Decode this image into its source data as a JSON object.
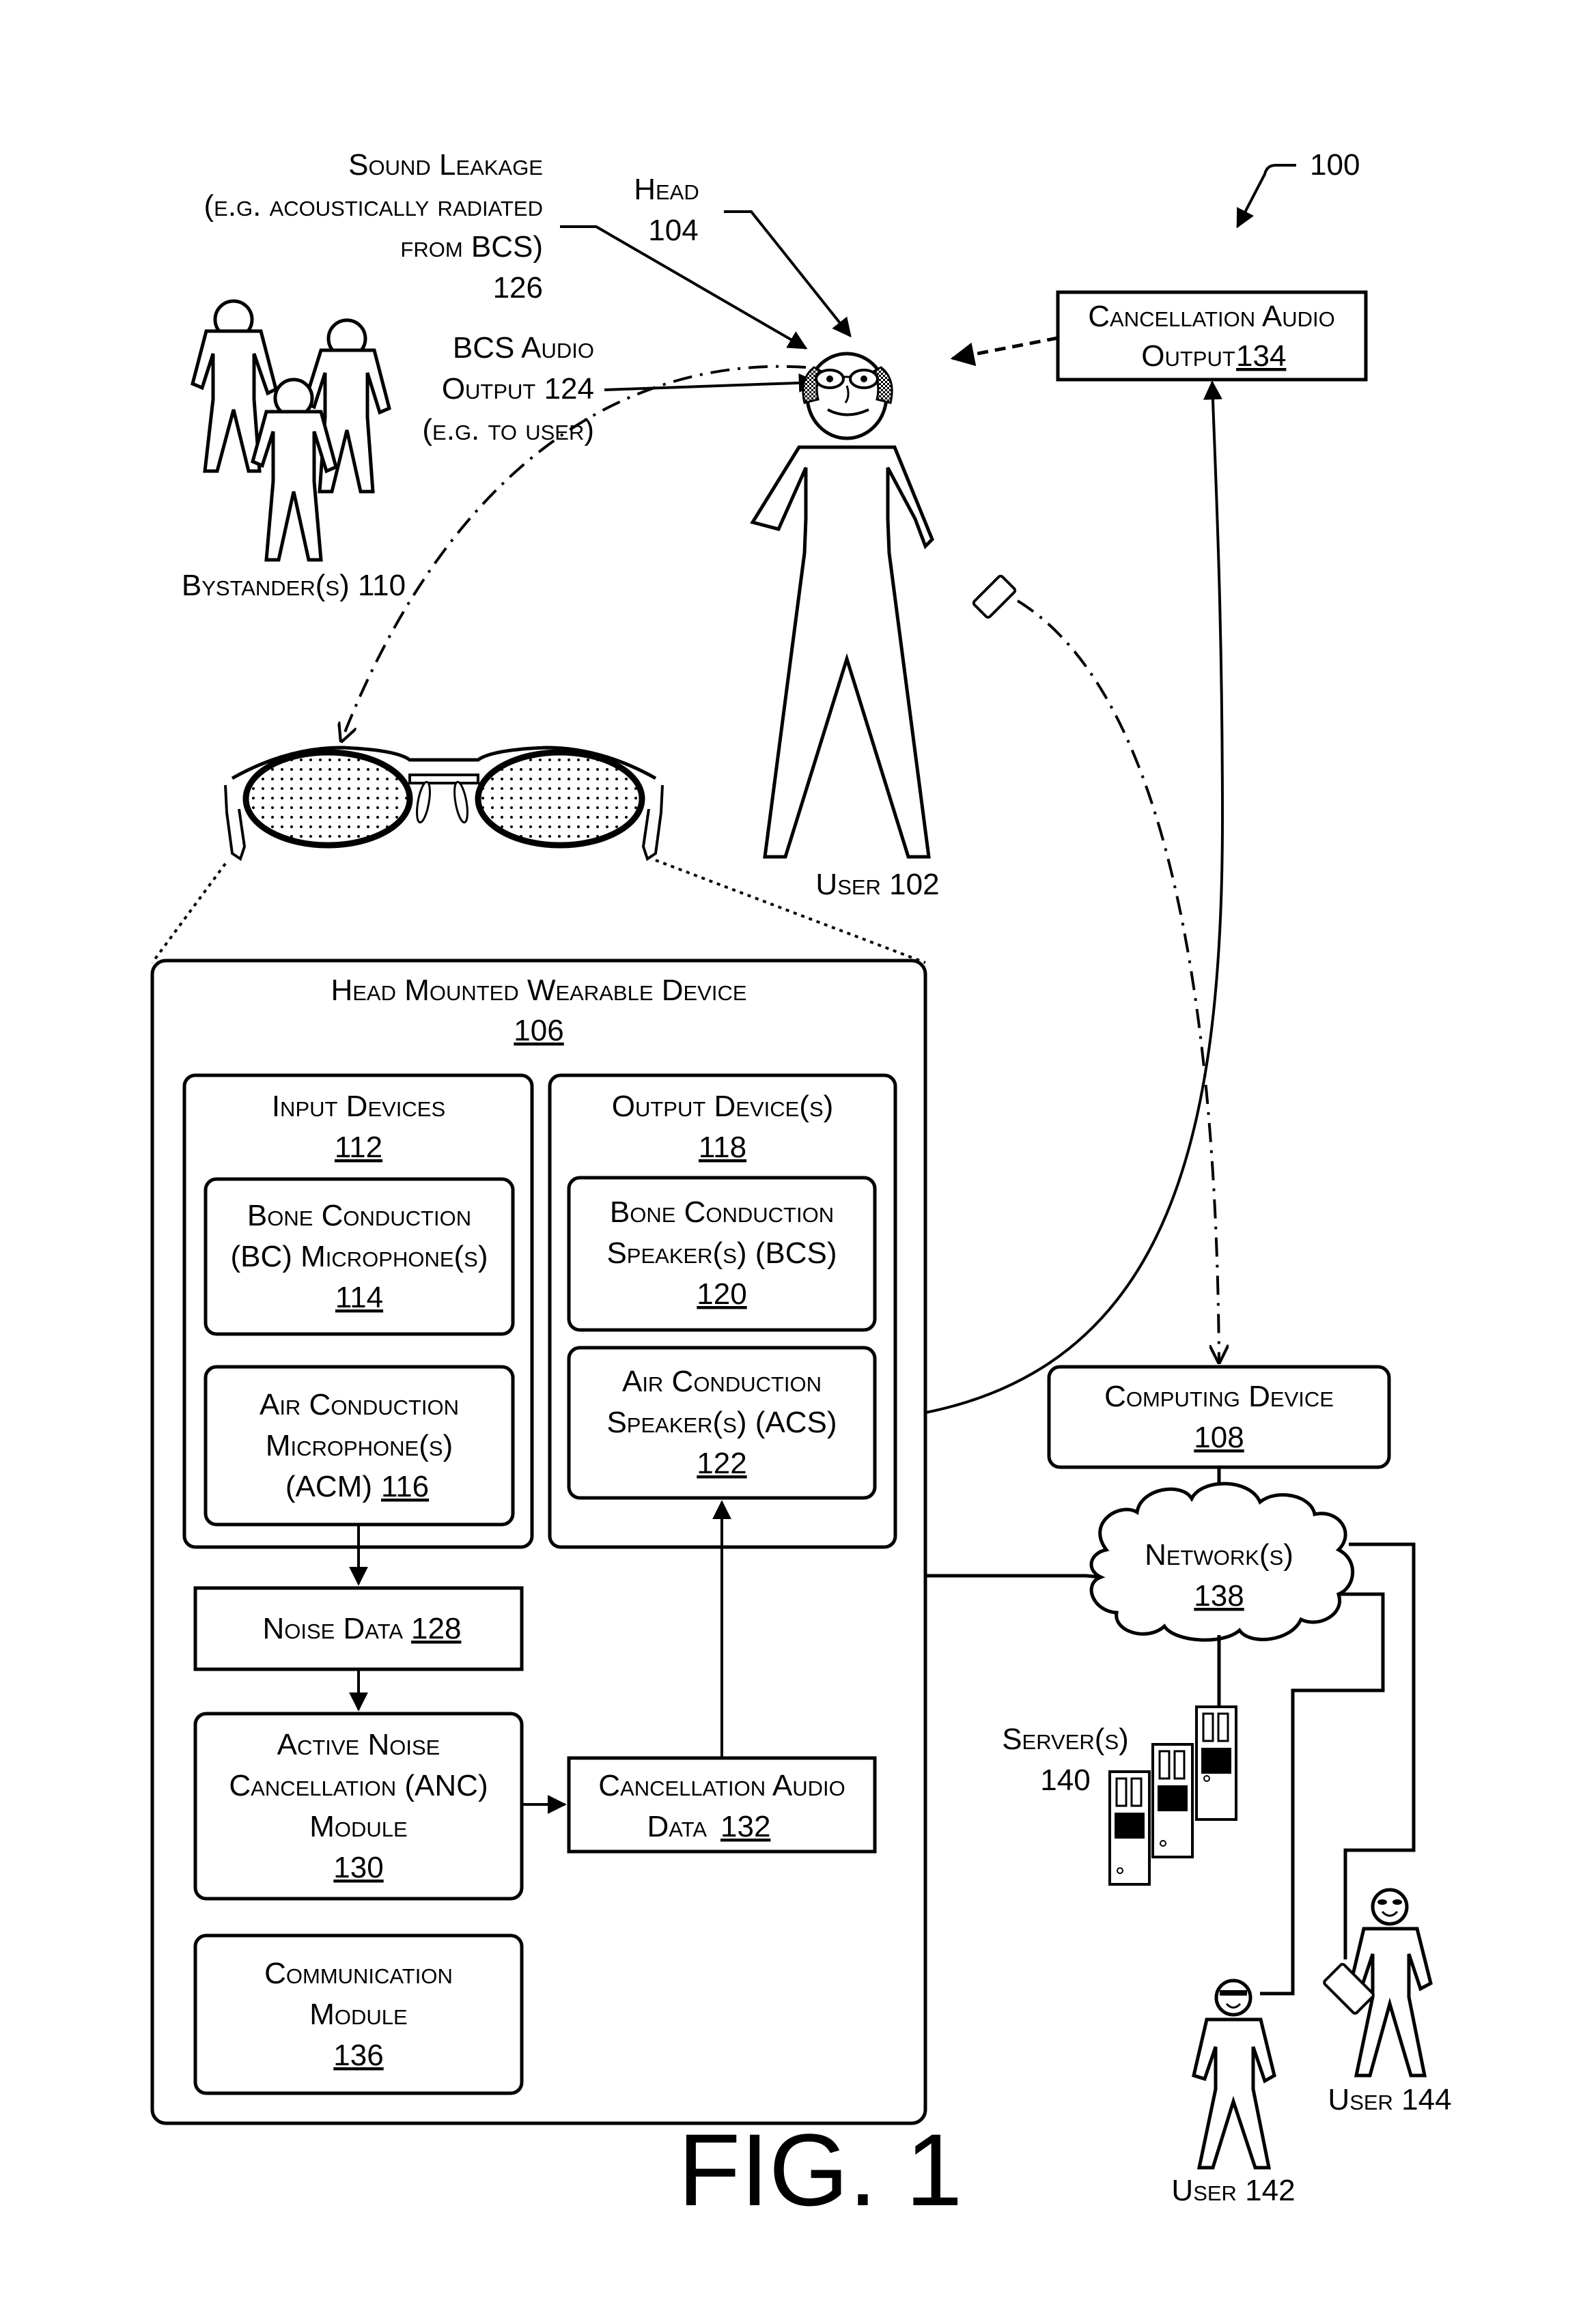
{
  "figure": {
    "reference_number": "100",
    "caption": "FIG. 1"
  },
  "labels": {
    "sound_leakage": {
      "lines": [
        "Sound Leakage",
        "(e.g. acoustically radiated",
        "from BCS)"
      ],
      "ref": "126"
    },
    "head": {
      "title": "Head",
      "ref": "104"
    },
    "bcs_audio_output": {
      "lines": [
        "BCS Audio",
        "Output 124",
        "(e.g. to user)"
      ]
    },
    "bystanders": {
      "text": "Bystander(s) 110"
    },
    "user_102": {
      "text": "User 102"
    },
    "user_142": {
      "text": "User 142"
    },
    "user_144": {
      "text": "User 144"
    },
    "servers": {
      "title": "Server(s)",
      "ref": "140"
    }
  },
  "boxes": {
    "cancellation_audio_output": {
      "lines": [
        "Cancellation Audio",
        "Output"
      ],
      "ref": "134"
    },
    "head_mounted_device": {
      "title": "Head Mounted Wearable Device",
      "ref": "106"
    },
    "input_devices": {
      "title": "Input Devices",
      "ref": "112"
    },
    "bc_microphone": {
      "lines": [
        "Bone Conduction",
        "(BC) Microphone(s)"
      ],
      "ref": "114"
    },
    "ac_microphone": {
      "lines": [
        "Air Conduction",
        "Microphone(s)",
        "(ACM)"
      ],
      "ref": "116"
    },
    "output_devices": {
      "title": "Output Device(s)",
      "ref": "118"
    },
    "bc_speaker": {
      "lines": [
        "Bone Conduction",
        "Speaker(s) (BCS)"
      ],
      "ref": "120"
    },
    "ac_speaker": {
      "lines": [
        "Air Conduction",
        "Speaker(s) (ACS)"
      ],
      "ref": "122"
    },
    "noise_data": {
      "title": "Noise Data",
      "ref": "128"
    },
    "anc_module": {
      "lines": [
        "Active Noise",
        "Cancellation (ANC)",
        "Module"
      ],
      "ref": "130"
    },
    "cancellation_audio_data": {
      "lines": [
        "Cancellation Audio",
        "Data"
      ],
      "ref": "132"
    },
    "communication_module": {
      "lines": [
        "Communication",
        "Module"
      ],
      "ref": "136"
    },
    "computing_device": {
      "title": "Computing Device",
      "ref": "108"
    },
    "network": {
      "title": "Network(s)",
      "ref": "138"
    }
  }
}
